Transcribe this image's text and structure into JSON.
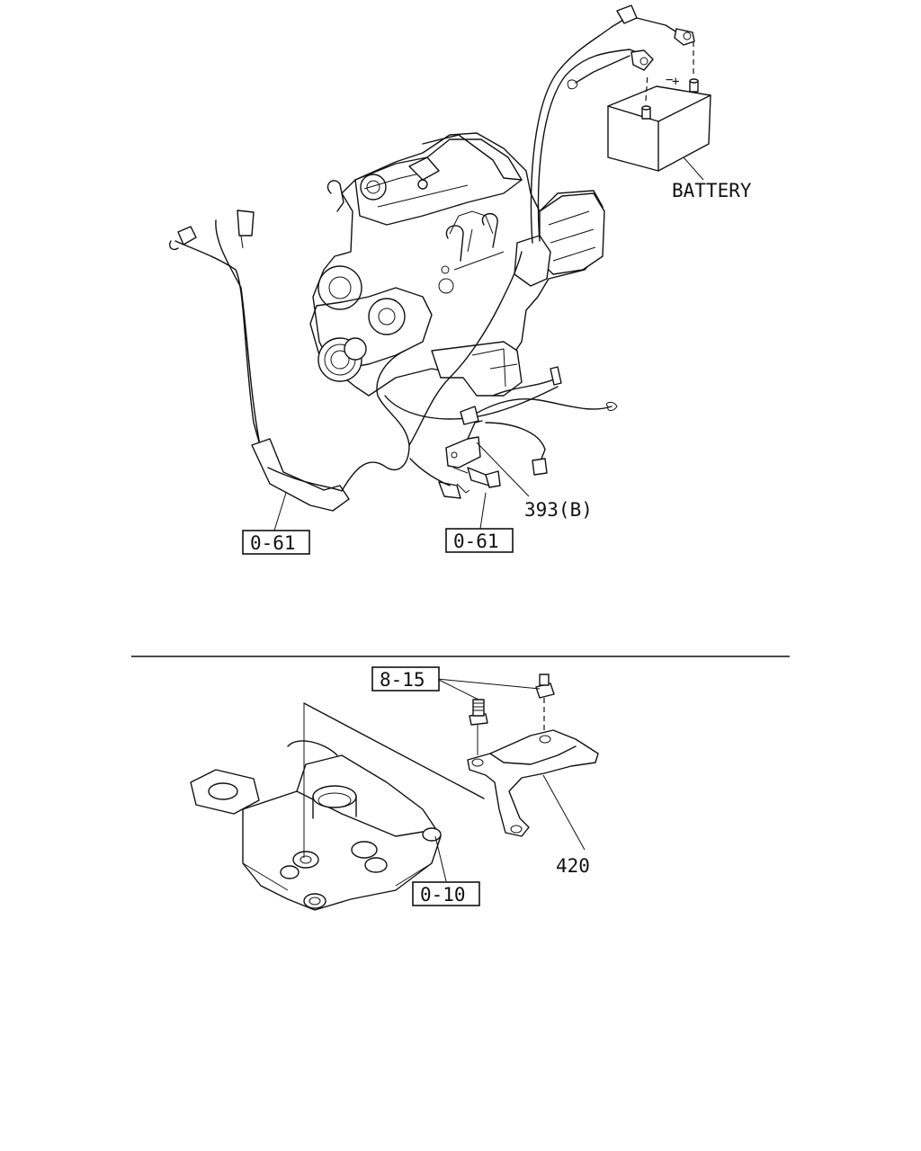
{
  "labels": {
    "battery": "BATTERY",
    "ref_393b": "393(B)",
    "ref_0_61_left": "0-61",
    "ref_0_61_right": "0-61",
    "ref_8_15": "8-15",
    "ref_420": "420",
    "ref_0_10": "0-10"
  },
  "battery_terminals": {
    "negative": "−",
    "positive": "+"
  }
}
